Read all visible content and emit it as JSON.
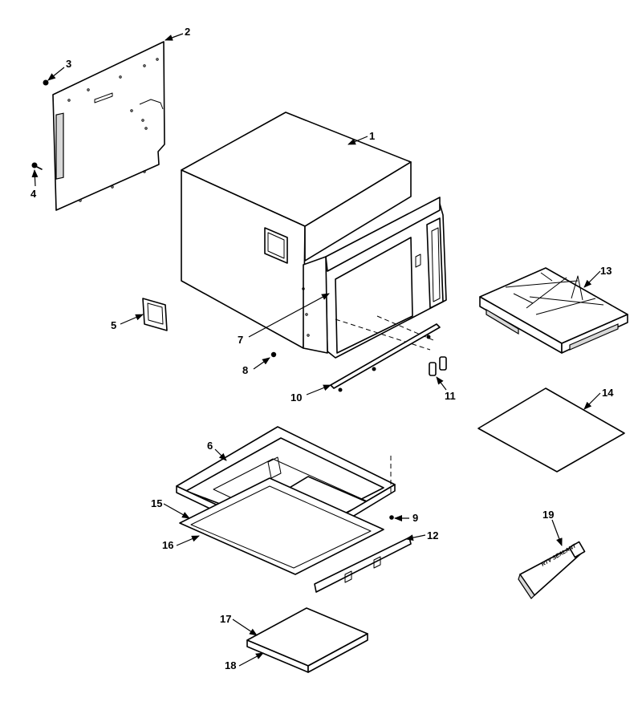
{
  "diagram": {
    "callouts": [
      {
        "id": "c1",
        "label": "1"
      },
      {
        "id": "c2",
        "label": "2"
      },
      {
        "id": "c3",
        "label": "3"
      },
      {
        "id": "c4",
        "label": "4"
      },
      {
        "id": "c5",
        "label": "5"
      },
      {
        "id": "c6",
        "label": "6"
      },
      {
        "id": "c7",
        "label": "7"
      },
      {
        "id": "c8",
        "label": "8"
      },
      {
        "id": "c9",
        "label": "9"
      },
      {
        "id": "c10",
        "label": "10"
      },
      {
        "id": "c11",
        "label": "11"
      },
      {
        "id": "c12",
        "label": "12"
      },
      {
        "id": "c13",
        "label": "13"
      },
      {
        "id": "c14",
        "label": "14"
      },
      {
        "id": "c15",
        "label": "15"
      },
      {
        "id": "c16",
        "label": "16"
      },
      {
        "id": "c17",
        "label": "17"
      },
      {
        "id": "c18",
        "label": "18"
      },
      {
        "id": "c19",
        "label": "19"
      }
    ],
    "tube_text": "RTV SEALANT"
  }
}
